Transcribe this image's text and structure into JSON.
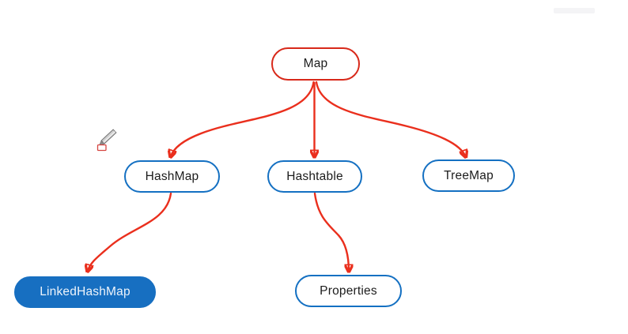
{
  "diagram": {
    "type": "class-hierarchy",
    "topic": "Java Map implementations"
  },
  "nodes": [
    {
      "id": "map",
      "label": "Map",
      "style": "red-outline"
    },
    {
      "id": "hashmap",
      "label": "HashMap",
      "style": "blue-outline"
    },
    {
      "id": "hashtable",
      "label": "Hashtable",
      "style": "blue-outline"
    },
    {
      "id": "treemap",
      "label": "TreeMap",
      "style": "blue-outline"
    },
    {
      "id": "linkedhashmap",
      "label": "LinkedHashMap",
      "style": "blue-filled"
    },
    {
      "id": "properties",
      "label": "Properties",
      "style": "blue-outline"
    }
  ],
  "edges": [
    {
      "from": "Map",
      "to": "HashMap"
    },
    {
      "from": "Map",
      "to": "Hashtable"
    },
    {
      "from": "Map",
      "to": "TreeMap"
    },
    {
      "from": "HashMap",
      "to": "LinkedHashMap"
    },
    {
      "from": "Hashtable",
      "to": "Properties"
    }
  ],
  "colors": {
    "edge_red": "#ea2f1d",
    "red_node_border": "#d8291a",
    "blue_node_border": "#1470c2",
    "filled_node_blue": "#176fc1",
    "node_text": "#1c1c1c",
    "filled_node_text": "#eef4fb",
    "background": "#ffffff"
  },
  "icons": [
    {
      "name": "pencil-cursor"
    }
  ]
}
